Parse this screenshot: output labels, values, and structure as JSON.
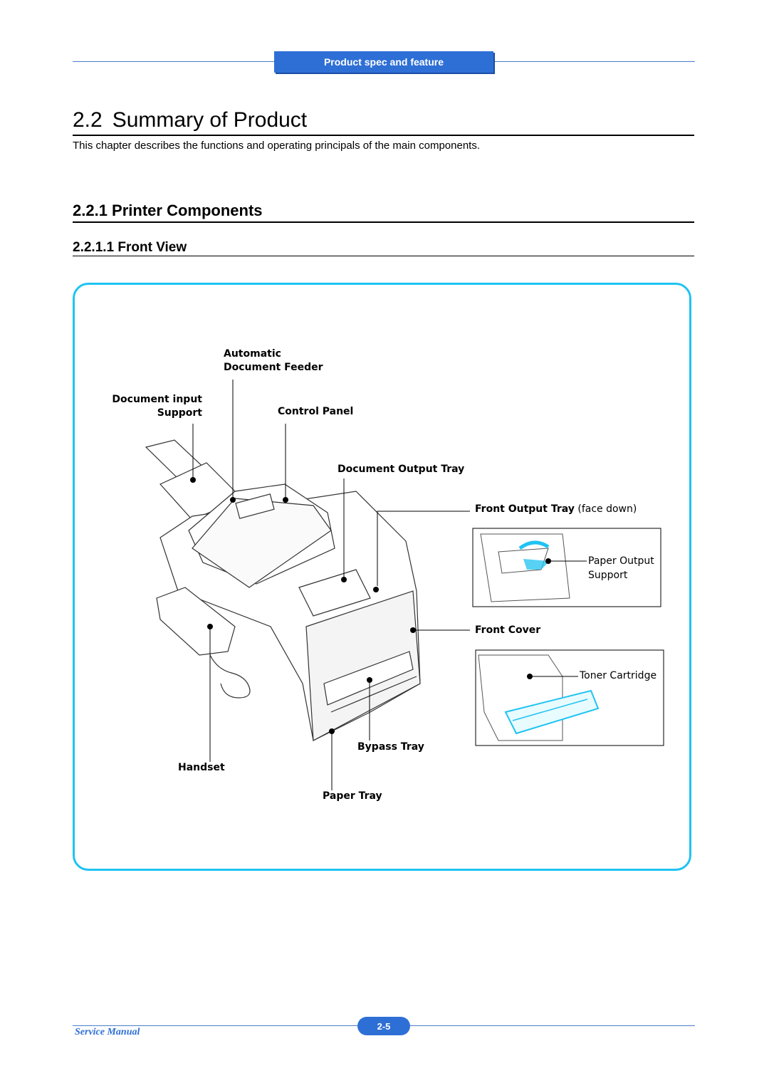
{
  "header": {
    "section_tab": "Product spec and feature"
  },
  "heading": {
    "number": "2.2",
    "title": "Summary of Product"
  },
  "intro": "This chapter describes the functions and operating principals of the main components.",
  "subheading": "2.2.1 Printer Components",
  "subsubheading": "2.2.1.1 Front View",
  "figure": {
    "labels": {
      "adf_line1": "Automatic",
      "adf_line2": "Document Feeder",
      "doc_input_line1": "Document input",
      "doc_input_line2": "Support",
      "control_panel": "Control Panel",
      "doc_output_tray": "Document Output Tray",
      "front_output_tray_bold": "Front Output Tray",
      "front_output_tray_rest": " (face down)",
      "paper_output_line1": "Paper Output",
      "paper_output_line2": "Support",
      "front_cover": "Front Cover",
      "toner_cartridge": "Toner Cartridge",
      "bypass_tray": "Bypass Tray",
      "handset": "Handset",
      "paper_tray": "Paper Tray"
    },
    "accent_color": "#1fc3f2"
  },
  "footer": {
    "brand": "Service Manual",
    "page": "2-5"
  }
}
